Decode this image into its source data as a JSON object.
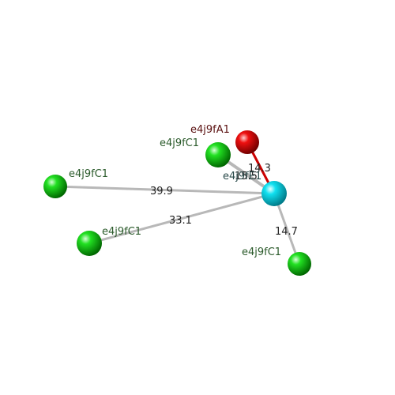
{
  "colors": {
    "center_atom": "#00e5ee",
    "contact_atom": "#00c000",
    "oxygen_atom": "#ee0000",
    "bond_gray": "#b8b8b8",
    "bond_red": "#cc0000",
    "label_green": "#2a5a2a",
    "label_red": "#5a1010",
    "label_teal": "#2a4a4a"
  },
  "center": {
    "label": "e4j9fE1"
  },
  "contacts": [
    {
      "label": "e4j9fA1",
      "distance": "14.3"
    },
    {
      "label": "e4j9fC1",
      "distance": "15.5"
    },
    {
      "label": "e4j9fC1",
      "distance": "39.9"
    },
    {
      "label": "e4j9fC1",
      "distance": "33.1"
    },
    {
      "label": "e4j9fC1",
      "distance": "14.7"
    }
  ]
}
